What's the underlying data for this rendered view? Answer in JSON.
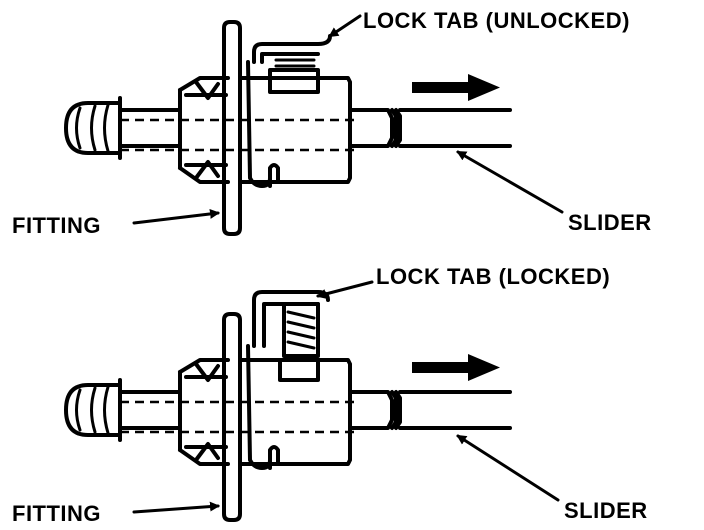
{
  "top": {
    "lock_tab_label": "LOCK TAB (UNLOCKED)",
    "fitting_label": "FITTING",
    "slider_label": "SLIDER"
  },
  "bottom": {
    "lock_tab_label": "LOCK TAB (LOCKED)",
    "fitting_label": "FITTING",
    "slider_label": "SLIDER"
  },
  "colors": {
    "ink": "#000000",
    "paper": "#ffffff"
  },
  "icons": {
    "direction_arrow": "right-arrow-icon"
  }
}
